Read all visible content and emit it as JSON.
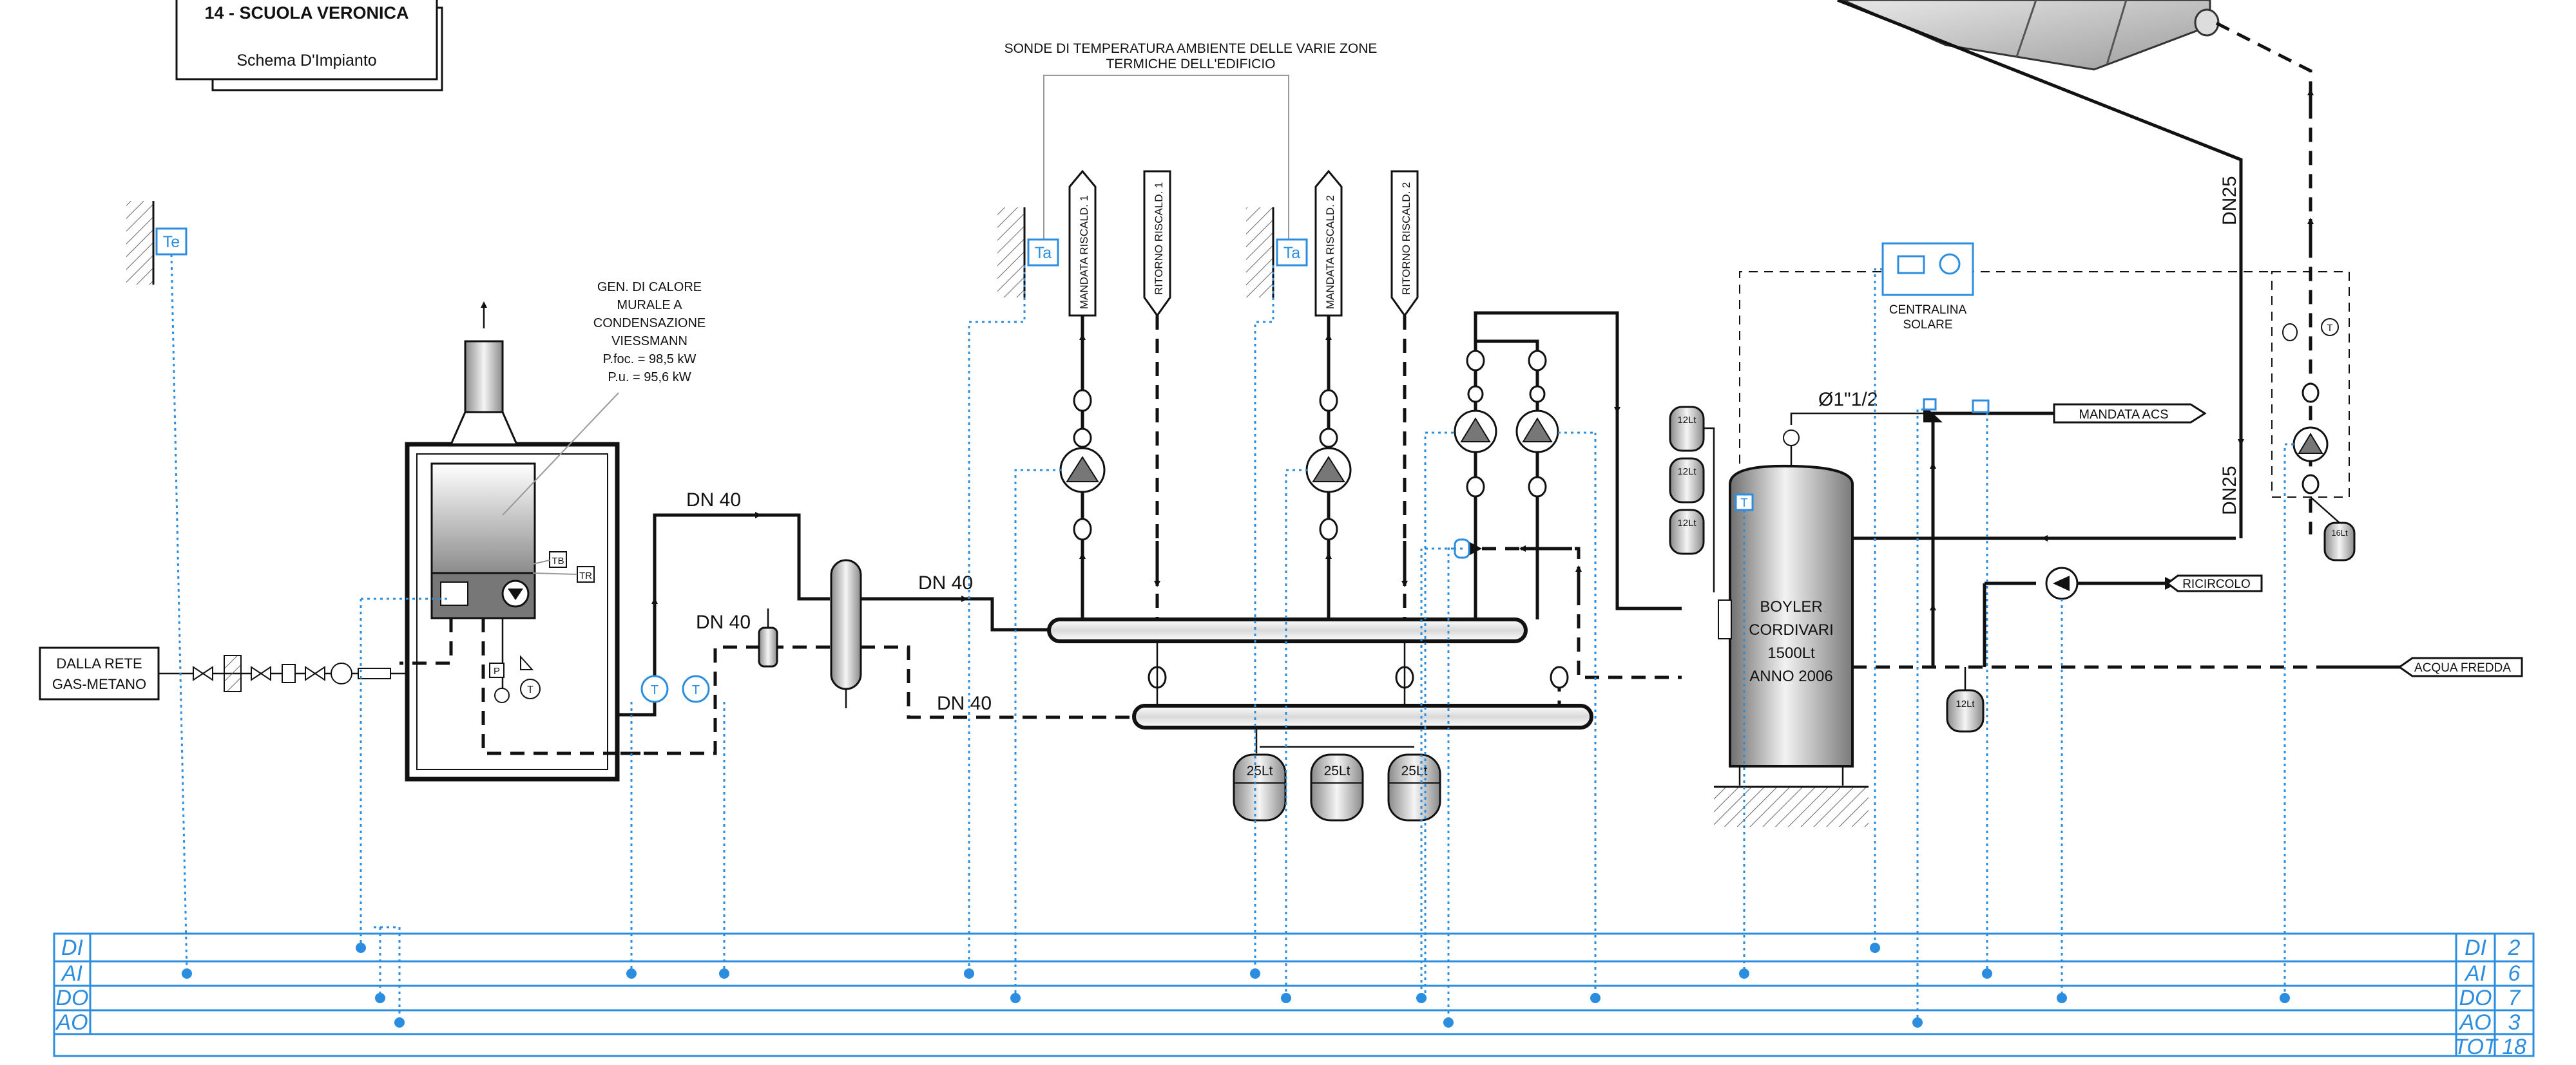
{
  "title_block": {
    "title": "14 - SCUOLA VERONICA",
    "subtitle": "Schema D'Impianto"
  },
  "probes_note": [
    "SONDE DI TEMPERATURA AMBIENTE DELLE VARIE ZONE",
    "TERMICHE DELL'EDIFICIO"
  ],
  "sensor_labels": {
    "external": "Te",
    "ambient_1": "Ta",
    "ambient_2": "Ta"
  },
  "generator": [
    "GEN. DI CALORE",
    "MURALE A",
    "CONDENSAZIONE",
    "VIESSMANN",
    "P.foc. = 98,5 kW",
    "P.u. = 95,6 kW"
  ],
  "boiler_indicators": {
    "tb": "TB",
    "tr": "TR",
    "p": "P"
  },
  "gas_source": [
    "DALLA RETE",
    "GAS-METANO"
  ],
  "pipe_sizes": {
    "supply_main": "DN 40",
    "separator_in": "DN 40",
    "collector_in": "DN 40",
    "return_main": "DN 40",
    "solar_1": "DN25",
    "solar_2": "DN25",
    "acs_inlet": "Ø1\"1/2"
  },
  "circuits": [
    {
      "supply": "MANDATA RISCALD. 1",
      "return": "RITORNO RISCALD. 1"
    },
    {
      "supply": "MANDATA RISCALD. 2",
      "return": "RITORNO RISCALD. 2"
    }
  ],
  "expansion_vessels": {
    "collector": [
      "25Lt",
      "25Lt",
      "25Lt"
    ],
    "tank_side": [
      "12Lt",
      "12Lt",
      "12Lt"
    ],
    "solar": "16Lt",
    "cold_water": "12Lt"
  },
  "boyler": [
    "BOYLER",
    "CORDIVARI",
    "1500Lt",
    "ANNO 2006"
  ],
  "solar_controller": [
    "CENTRALINA",
    "SOLARE"
  ],
  "tags": {
    "dhw_supply": "MANDATA ACS",
    "recirculation": "RICIRCOLO",
    "cold_water": "ACQUA FREDDA"
  },
  "io_summary": [
    {
      "type": "DI",
      "count": "2"
    },
    {
      "type": "AI",
      "count": "6"
    },
    {
      "type": "DO",
      "count": "7"
    },
    {
      "type": "AO",
      "count": "3"
    },
    {
      "type": "TOT",
      "count": "18"
    }
  ],
  "colors": {
    "line": "#111111",
    "io_bus": "#2b8de0",
    "leader": "#999999"
  }
}
